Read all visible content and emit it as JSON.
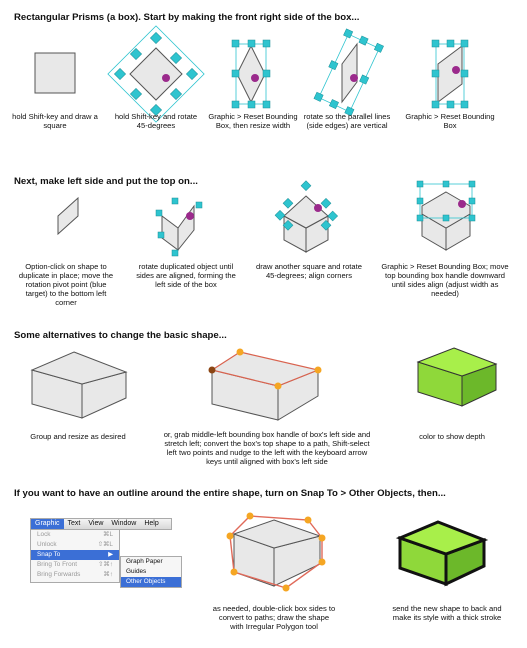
{
  "headings": {
    "h1": "Rectangular Prisms (a box). Start by making the front right side of the box...",
    "h2": "Next, make left side and put the top on...",
    "h3": "Some alternatives to change the basic shape...",
    "h4": "If you want to have an outline around the entire shape, turn on Snap To > Other Objects, then..."
  },
  "captions": {
    "r1c1": "hold Shift-key and draw a square",
    "r1c2": "hold Shift-key and rotate 45-degrees",
    "r1c3": "Graphic > Reset Bounding Box, then resize width",
    "r1c4": "rotate so the parallel lines (side edges) are vertical",
    "r1c5": "Graphic > Reset Bounding Box",
    "r2c1": "Option-click on shape to duplicate in place; move the rotation pivot point (blue target) to the bottom left corner",
    "r2c2": "rotate duplicated object until sides are aligned, forming the left side of the box",
    "r2c3": "draw another square and rotate 45-degrees; align corners",
    "r2c4": "Graphic > Reset Bounding Box; move top bounding box handle downward until sides align (adjust width as needed)",
    "r3c1": "Group and resize as desired",
    "r3c2": "or, grab middle-left bounding box handle of box's left side and stretch left; convert the box's top shape to a path, Shift-select left two points and nudge to the left with the keyboard arrow keys until aligned with box's left side",
    "r3c3": "color to show depth",
    "r4c2": "as needed, double-click box sides to convert to paths; draw the shape with Irregular Polygon tool",
    "r4c3": "send the new shape to back and make its style with a thick stroke"
  },
  "menu": {
    "bar": [
      "Graphic",
      "Text",
      "View",
      "Window",
      "Help"
    ],
    "items": [
      {
        "label": "Lock",
        "shortcut": "⌘L"
      },
      {
        "label": "Unlock",
        "shortcut": "⇧⌘L"
      },
      {
        "label": "Snap To",
        "shortcut": "▶"
      },
      {
        "label": "Bring To Front",
        "shortcut": "⇧⌘↑"
      },
      {
        "label": "Bring Forwards",
        "shortcut": "⌘↑"
      }
    ],
    "submenu": [
      "Graph Paper",
      "Guides",
      "Other Objects"
    ]
  },
  "colors": {
    "handle": "#2ec4cf",
    "pivot": "#9b2a8c",
    "box_fill": "#e8e8e8",
    "green_top": "#a8ef4a",
    "green_front": "#8fd83a",
    "outline": "#e06a5a",
    "orange_point": "#f5a623"
  }
}
